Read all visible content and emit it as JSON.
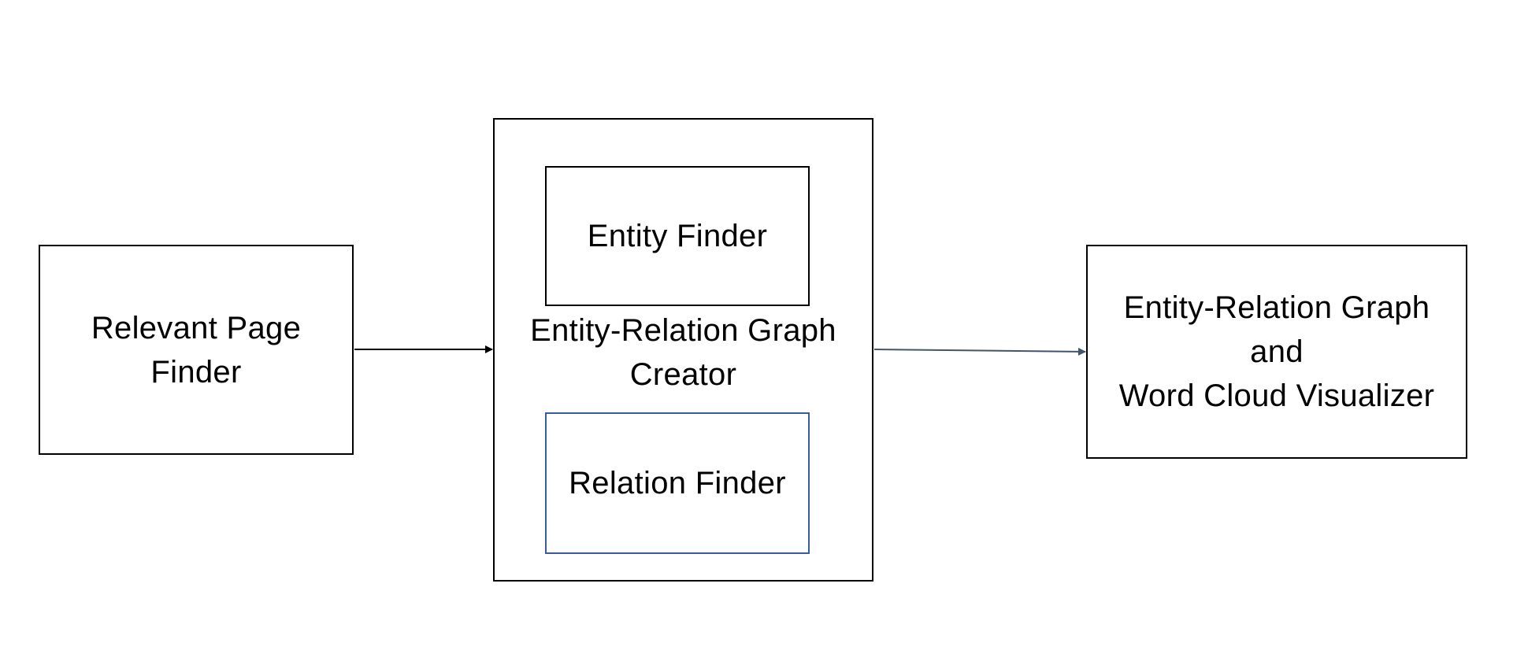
{
  "diagram": {
    "nodes": {
      "page_finder": "Relevant Page\nFinder",
      "creator": "Entity-Relation Graph\nCreator",
      "entity_finder": "Entity Finder",
      "relation_finder": "Relation Finder",
      "visualizer": "Entity-Relation Graph\nand\nWord Cloud Visualizer"
    },
    "edges": [
      {
        "from": "page_finder",
        "to": "creator"
      },
      {
        "from": "creator",
        "to": "visualizer"
      }
    ],
    "colors": {
      "stroke": "#000000",
      "relation_finder_border": "#3a5a9b",
      "arrow_to_visualizer": "#44546a"
    }
  }
}
